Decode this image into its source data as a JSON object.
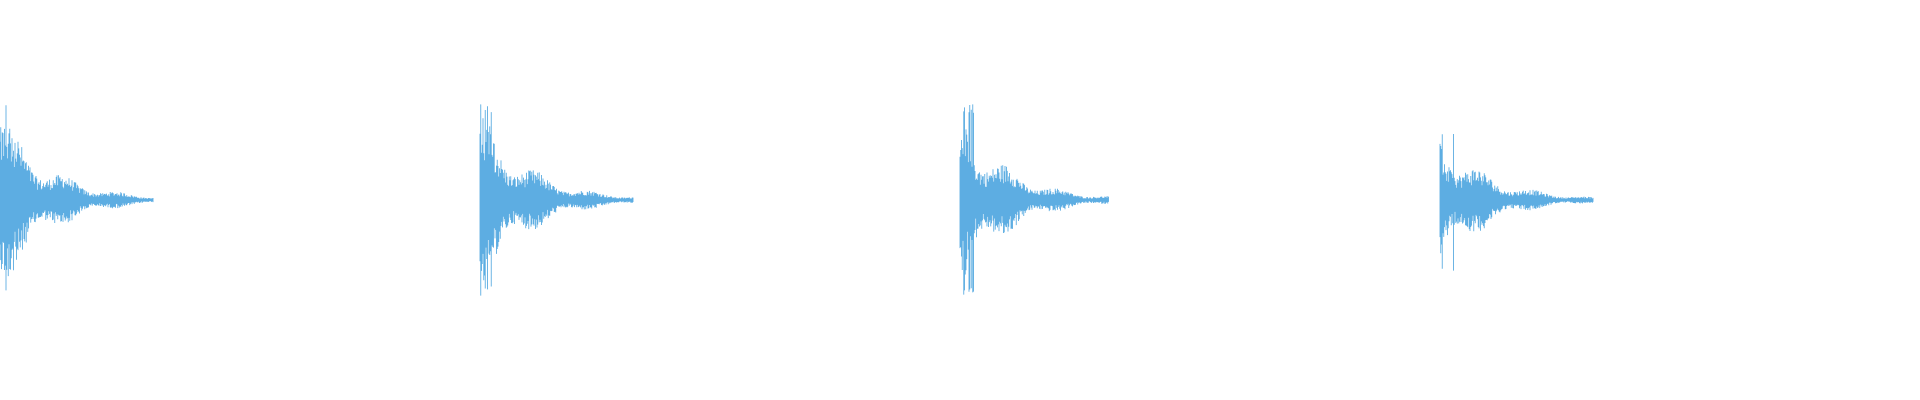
{
  "waveform": {
    "color": "#5dade2",
    "background": "#ffffff",
    "total_seconds": 4.0,
    "hits": [
      {
        "start": 0.0,
        "attack": 1.0,
        "length": 0.32
      },
      {
        "start": 1.0,
        "attack": 1.0,
        "length": 0.32
      },
      {
        "start": 2.0,
        "attack": 1.0,
        "length": 0.31
      },
      {
        "start": 3.0,
        "attack": 0.75,
        "length": 0.32
      }
    ]
  }
}
